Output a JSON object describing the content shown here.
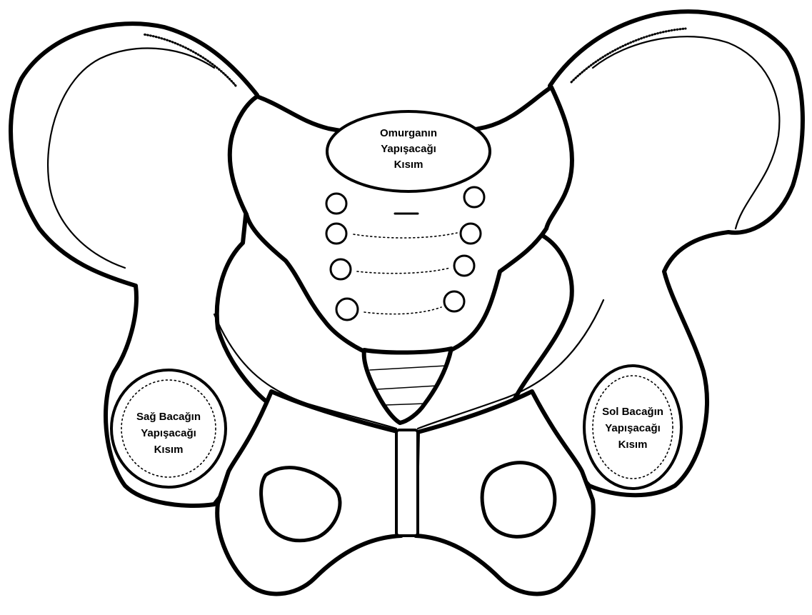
{
  "labels": {
    "spine": [
      "Omurganın",
      "Yapışacağı",
      "Kısım"
    ],
    "right_leg": [
      "Sağ Bacağın",
      "Yapışacağı",
      "Kısım"
    ],
    "left_leg": [
      "Sol Bacağın",
      "Yapışacağı",
      "Kısım"
    ]
  }
}
